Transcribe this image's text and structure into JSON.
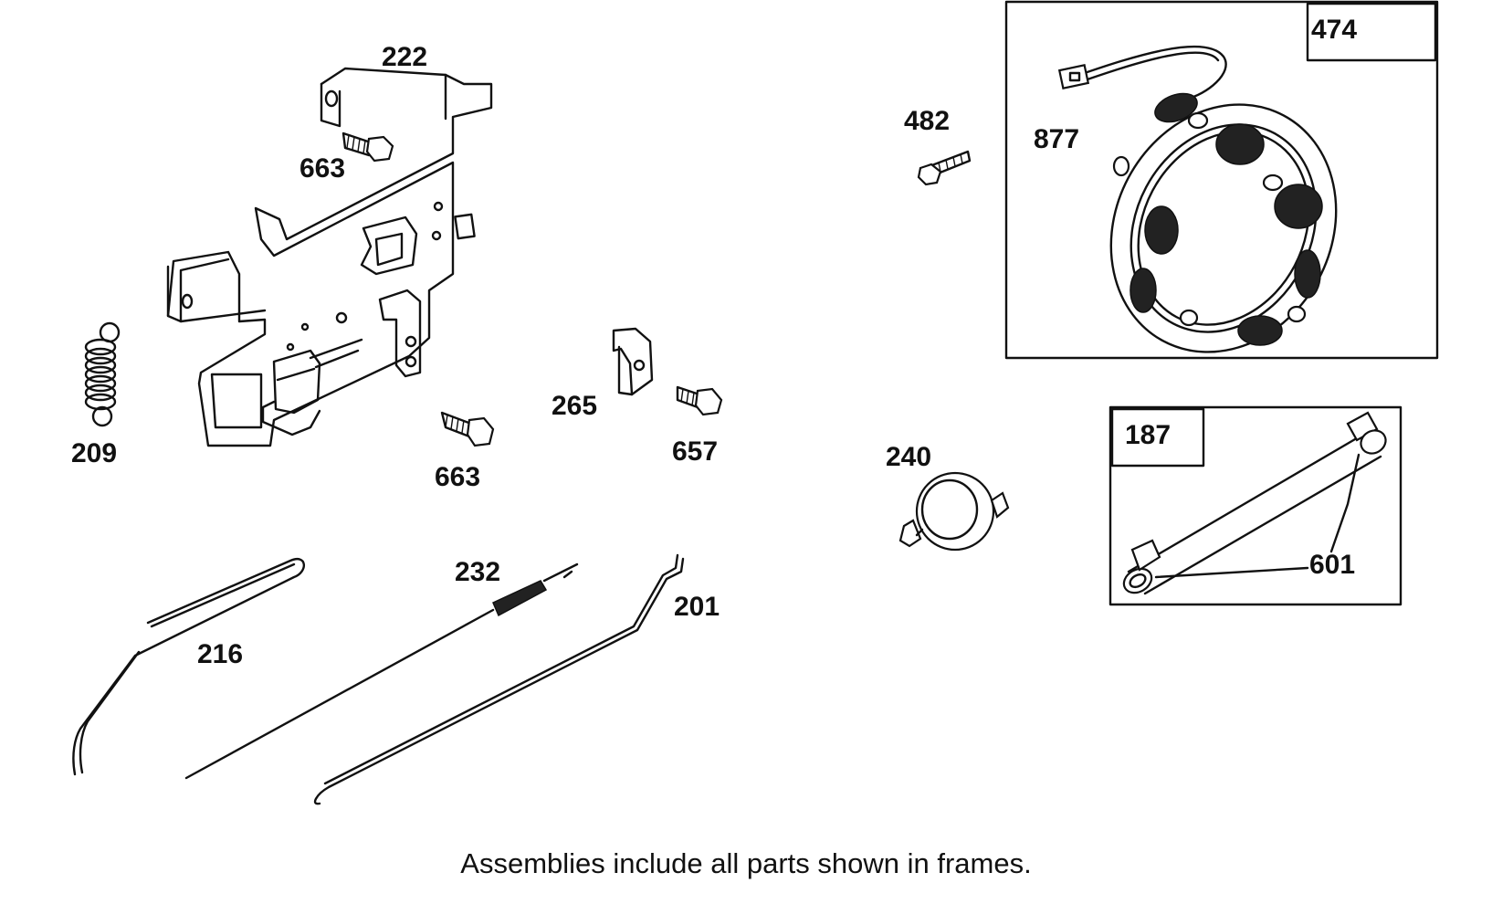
{
  "labels": {
    "p222": "222",
    "p663a": "663",
    "p663b": "663",
    "p209": "209",
    "p265": "265",
    "p657": "657",
    "p232": "232",
    "p201": "201",
    "p216": "216",
    "p482": "482",
    "p877": "877",
    "p474": "474",
    "p240": "240",
    "p187": "187",
    "p601": "601"
  },
  "caption": "Assemblies include all parts shown in frames."
}
